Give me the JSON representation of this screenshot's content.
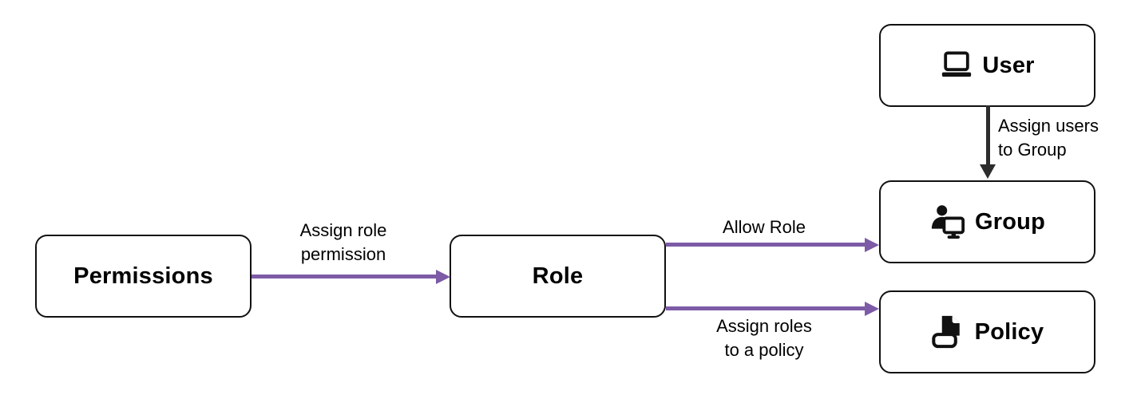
{
  "diagram": {
    "nodes": [
      {
        "id": "permissions",
        "label": "Permissions",
        "icon": null
      },
      {
        "id": "role",
        "label": "Role",
        "icon": null
      },
      {
        "id": "user",
        "label": "User",
        "icon": "laptop-icon"
      },
      {
        "id": "group",
        "label": "Group",
        "icon": "person-at-computer-icon"
      },
      {
        "id": "policy",
        "label": "Policy",
        "icon": "document-tray-icon"
      }
    ],
    "edges": [
      {
        "from": "permissions",
        "to": "role",
        "label": "Assign role\npermission",
        "color": "#7d5ba6",
        "direction": "right"
      },
      {
        "from": "role",
        "to": "group",
        "label": "Allow Role",
        "color": "#7d5ba6",
        "direction": "right"
      },
      {
        "from": "role",
        "to": "policy",
        "label": "Assign roles\nto a policy",
        "color": "#7d5ba6",
        "direction": "right"
      },
      {
        "from": "user",
        "to": "group",
        "label": "Assign users\nto Group",
        "color": "#2d2d2d",
        "direction": "down"
      }
    ]
  },
  "colors": {
    "arrow_accent": "#7d5ba6",
    "arrow_dark": "#2d2d2d",
    "node_border": "#111111",
    "canvas_bg": "#ffffff",
    "text_color": "#000000"
  }
}
